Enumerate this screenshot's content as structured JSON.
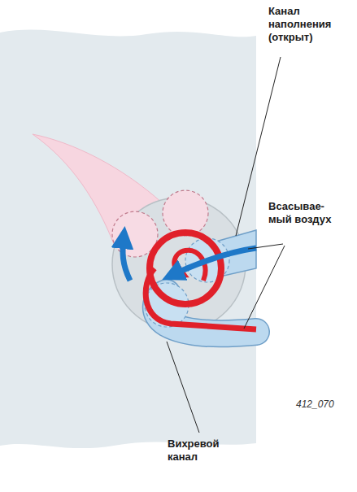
{
  "diagram": {
    "labels": [
      "Канал наполнения (открыт)",
      "Всасывае- мый воздух",
      "412_070",
      "Вихревой канал"
    ]
  }
}
